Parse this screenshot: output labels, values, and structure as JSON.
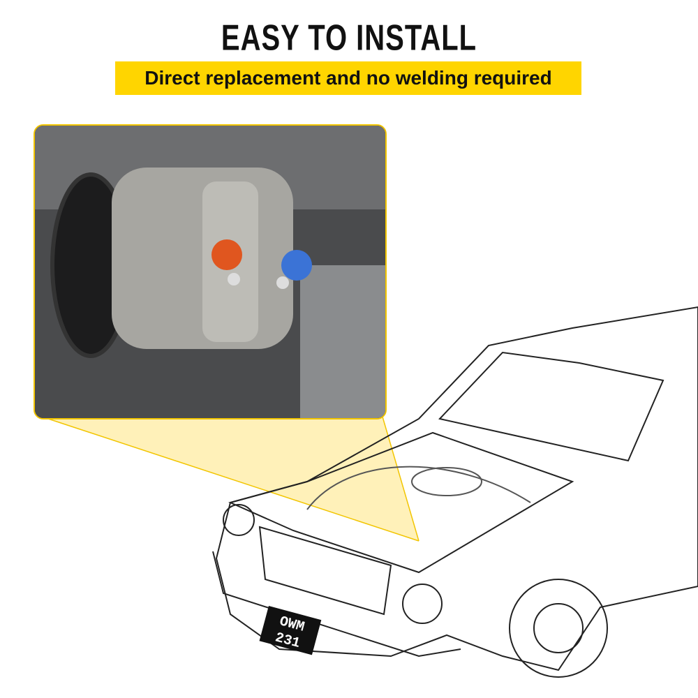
{
  "header": {
    "title": "EASY TO INSTALL",
    "subtitle": "Direct replacement and no welding required"
  },
  "colors": {
    "accent": "#FFD500",
    "callout": "#F2C500"
  },
  "car": {
    "license_plate_line1": "OWM",
    "license_plate_line2": "231"
  }
}
